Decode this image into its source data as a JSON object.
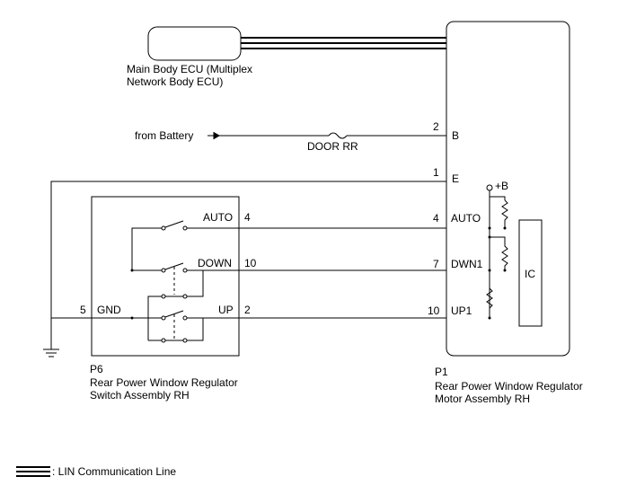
{
  "ecu": {
    "label_line1": "Main Body ECU (Multiplex",
    "label_line2": "Network Body ECU)"
  },
  "battery": {
    "label": "from Battery",
    "fuse_label": "DOOR RR"
  },
  "motor": {
    "code": "P1",
    "name_line1": "Rear Power Window Regulator",
    "name_line2": "Motor Assembly RH",
    "ic_label": "IC",
    "plus_b": "+B",
    "pins": [
      {
        "num": "2",
        "name": "B"
      },
      {
        "num": "1",
        "name": "E"
      },
      {
        "num": "4",
        "name": "AUTO"
      },
      {
        "num": "7",
        "name": "DWN1"
      },
      {
        "num": "10",
        "name": "UP1"
      }
    ]
  },
  "switch": {
    "code": "P6",
    "name_line1": "Rear Power Window Regulator",
    "name_line2": "Switch Assembly RH",
    "pins": [
      {
        "num": "4",
        "name": "AUTO"
      },
      {
        "num": "10",
        "name": "DOWN"
      },
      {
        "num": "2",
        "name": "UP"
      },
      {
        "num": "5",
        "name": "GND"
      }
    ]
  },
  "legend": {
    "label": ": LIN Communication Line"
  }
}
